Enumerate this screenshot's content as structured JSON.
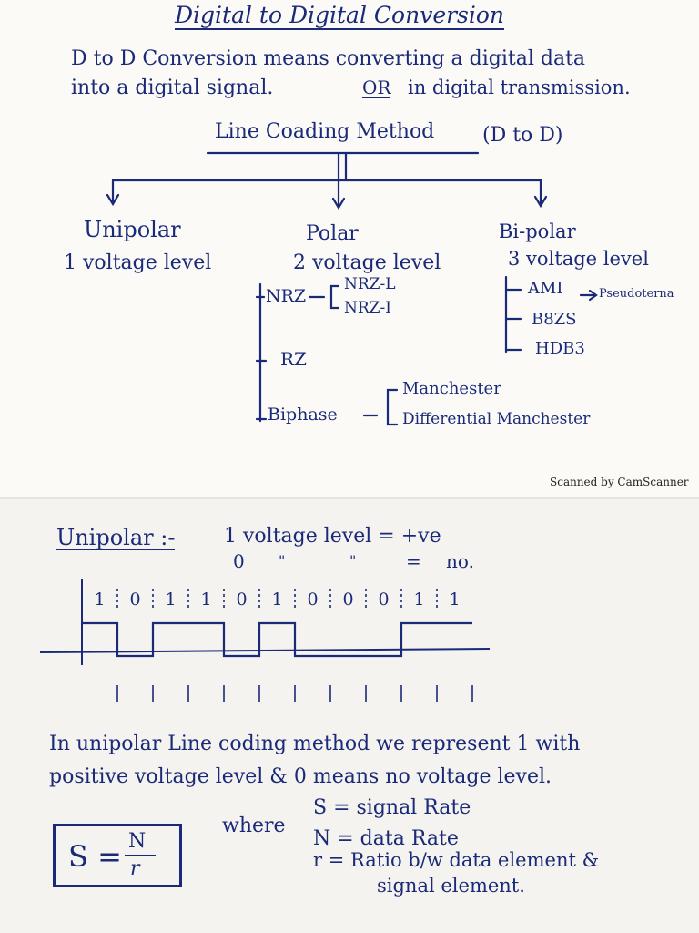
{
  "title": "Digital to Digital Conversion",
  "intro": {
    "line1": "D to D Conversion means converting a digital data",
    "line2_a": "into a digital signal.",
    "line2_or": "OR",
    "line2_b": "in digital transmission."
  },
  "method": {
    "label": "Line Coading Method",
    "suffix": "(D to D)"
  },
  "branches": {
    "unipolar": {
      "name": "Unipolar",
      "level": "1 voltage level"
    },
    "polar": {
      "name": "Polar",
      "level": "2 voltage level",
      "nrz": "NRZ",
      "nrz_l": "NRZ-L",
      "nrz_i": "NRZ-I",
      "rz": "RZ",
      "biphase": "Biphase",
      "manchester": "Manchester",
      "diff_manchester": "Differential Manchester"
    },
    "bipolar": {
      "name": "Bi-polar",
      "level": "3 voltage level",
      "ami": "AMI",
      "pseudo": "Pseudoterna",
      "b8zs": "B8ZS",
      "hdb3": "HDB3"
    }
  },
  "scanner_credit": "Scanned by CamScanner",
  "unipolar_section": {
    "heading": "Unipolar :-",
    "rule1": "1 voltage level = +ve",
    "rule2_zero": "0",
    "rule2_quote1": "\"",
    "rule2_quote2": "\"",
    "rule2_eq": "=",
    "rule2_val": "no.",
    "bits": [
      "1",
      "0",
      "1",
      "1",
      "0",
      "1",
      "0",
      "0",
      "0",
      "1",
      "1"
    ],
    "description_line1": "In unipolar Line coding method we represent 1 with",
    "description_line2": "positive voltage level & 0 means no voltage level."
  },
  "formula": {
    "lhs": "S =",
    "numerator": "N",
    "denominator": "r",
    "where": "where",
    "def_s": "S = signal Rate",
    "def_n": "N = data Rate",
    "def_r1": "r = Ratio b/w data element &",
    "def_r2": "signal element."
  }
}
